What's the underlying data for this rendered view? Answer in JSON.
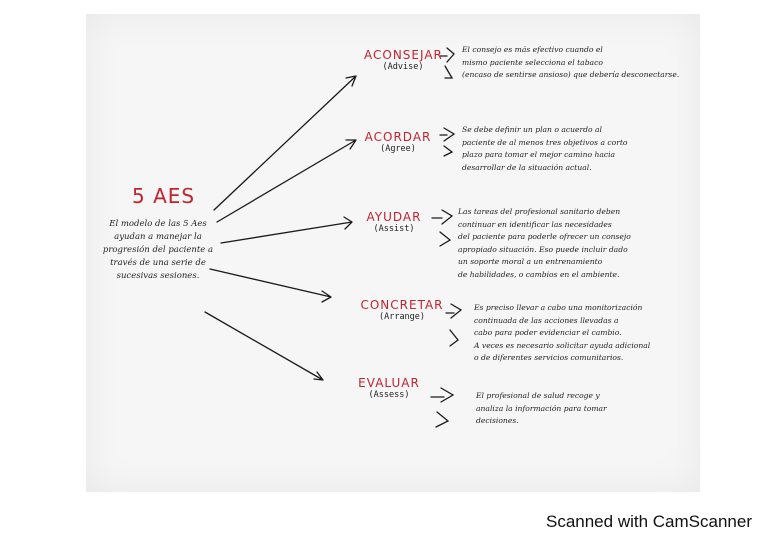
{
  "title": "5 AES",
  "intro": "El modelo de las 5 Aes ayudan a manejar la progresión del paciente a través de una serie de sucesivas sesiones.",
  "stages": [
    {
      "name": "ACONSEJAR",
      "english": "(Advise)",
      "lines": [
        "El consejo es más efectivo cuando el",
        "mismo paciente selecciona el tabaco",
        "(encaso de sentirse ansioso) que debería desconectarse."
      ]
    },
    {
      "name": "ACORDAR",
      "english": "(Agree)",
      "lines": [
        "Se debe definir un plan o acuerdo al",
        "paciente de al menos tres objetivos a corto",
        "plazo para tomar el mejor camino hacia",
        "desarrollar de la situación actual."
      ]
    },
    {
      "name": "AYUDAR",
      "english": "(Assist)",
      "lines": [
        "Las tareas del profesional sanitario deben",
        "continuar en identificar las necesidades",
        "del paciente para poderle ofrecer un consejo",
        "apropiado situación. Eso puede incluir dado",
        "un soporte moral a un entrenamiento",
        "de habilidades, o cambios en el ambiente."
      ]
    },
    {
      "name": "CONCRETAR",
      "english": "(Arrange)",
      "lines": [
        "Es preciso llevar a cabo una monitorización",
        "continuada de las acciones llevadas a",
        "cabo para poder evidenciar el cambio.",
        "A veces es necesario solicitar ayuda adicional",
        "o de diferentes servicios comunitarios."
      ]
    },
    {
      "name": "EVALUAR",
      "english": "(Assess)",
      "lines": [
        "El profesional de salud recoge y",
        "analiza la información para tomar",
        "decisiones."
      ]
    }
  ],
  "footer": "Scanned with CamScanner"
}
